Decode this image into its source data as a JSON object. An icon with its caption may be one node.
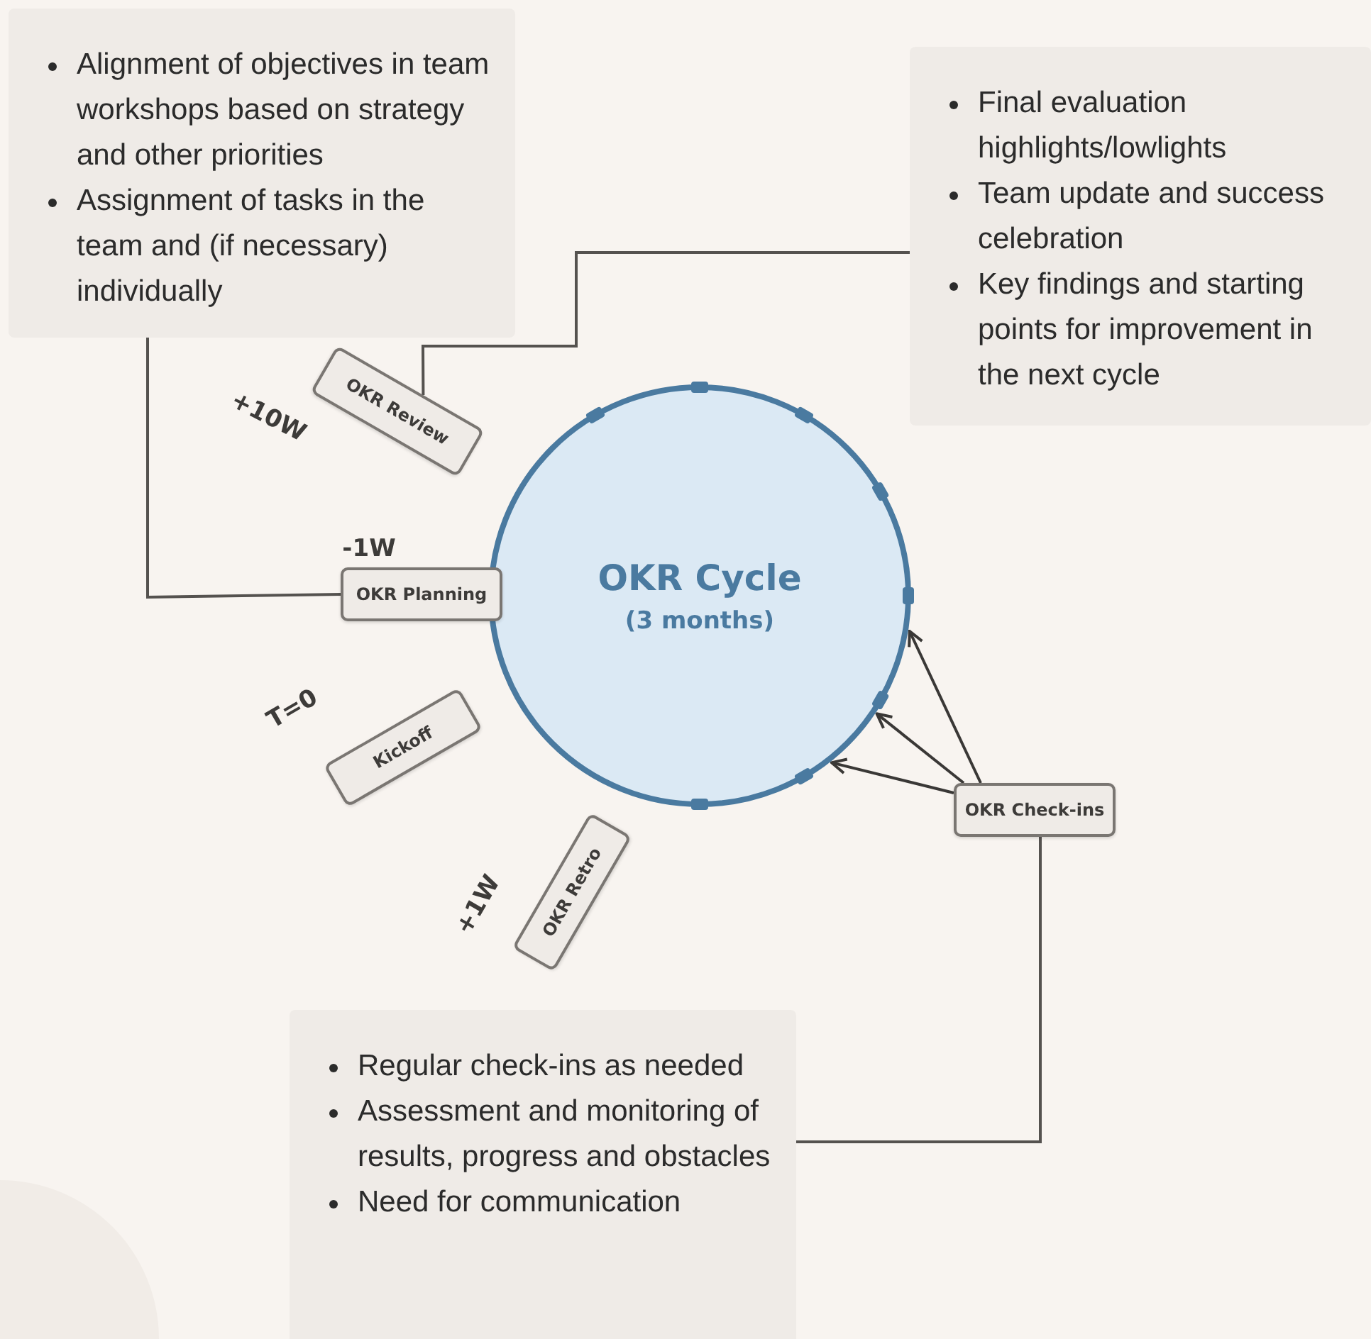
{
  "diagram": {
    "nodes": [
      {
        "text": [
          "Alignment of objectives in team workshops based on strategy and other priorities",
          "Assignment of tasks in the team and (if necessary) individually"
        ]
      },
      {
        "text": [
          "Final evaluation highlights/lowlights",
          "Team update and success celebration",
          "Key findings and starting points for improvement in the next cycle"
        ]
      },
      {
        "text": [
          "OKR Cycle",
          "(3 months)"
        ]
      },
      {
        "text": [
          "OKR Review"
        ],
        "beside": [
          "+10W"
        ]
      },
      {
        "text": [
          "OKR Planning"
        ],
        "beside": [
          "-1W"
        ]
      },
      {
        "text": [
          "Kickoff"
        ],
        "beside": [
          "T=0"
        ]
      },
      {
        "text": [
          "OKR Retro"
        ],
        "beside": [
          "+1W"
        ]
      },
      {
        "text": [
          "OKR Check-ins"
        ]
      },
      {
        "text": [
          "Regular check-ins as needed",
          "Assessment and monitoring of results, progress and obstacles",
          "Need for communication"
        ]
      }
    ],
    "edges": [
      {
        "from": 0,
        "to": 4,
        "arrow": "none"
      },
      {
        "from": 1,
        "to": 3,
        "arrow": "none"
      },
      {
        "from": 8,
        "to": 7,
        "arrow": "none"
      },
      {
        "from": 7,
        "to": 2,
        "arrow": "to"
      },
      {
        "from": 7,
        "to": 2,
        "arrow": "to"
      },
      {
        "from": 7,
        "to": 2,
        "arrow": "to"
      }
    ]
  }
}
